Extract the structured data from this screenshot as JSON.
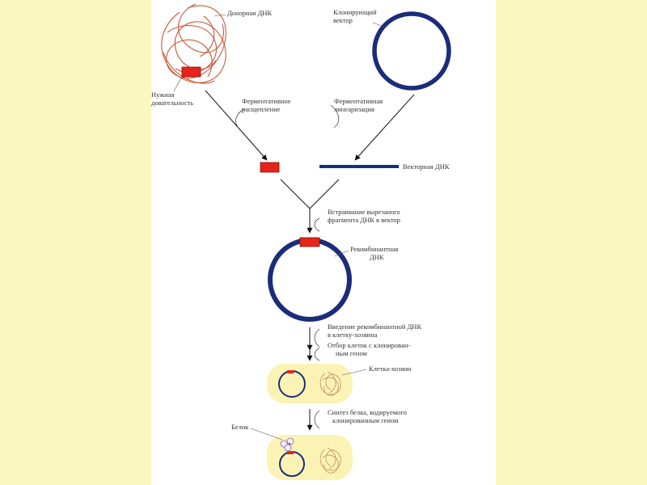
{
  "labels": {
    "donor_dna": "Донорная ДНК",
    "cloning_vector": [
      "Клонирующий",
      "вектор"
    ],
    "needed_sequence": [
      "Нужная",
      "довательность"
    ],
    "enzymatic_cleavage": [
      "Ферментативное",
      "расщепление"
    ],
    "enzymatic_linearization": [
      "Ферментативная",
      "линеаризация"
    ],
    "vector_dna": "Векторная ДНК",
    "insertion": [
      "Встраивание вырезаного",
      "фрагмента ДНК в вектор"
    ],
    "recombinant_dna": [
      "Рекомбинантная",
      "ДНК"
    ],
    "introduction": [
      "Введение рекомбинантной ДНК",
      "в клетку-хозяина"
    ],
    "selection": [
      "Отбор клеток с клонирован-",
      "ным геном"
    ],
    "host_cell": "Клетка-хозяин",
    "protein_synthesis": [
      "Синтез белка, кодируемого",
      "клонированным геном"
    ],
    "protein": "Белок"
  },
  "colors": {
    "background": "#fbf7c1",
    "vector": "#1b2c7a",
    "insert": "#e8231a",
    "donor_dna": "#c8583a",
    "cell": "#fbf3b4"
  }
}
